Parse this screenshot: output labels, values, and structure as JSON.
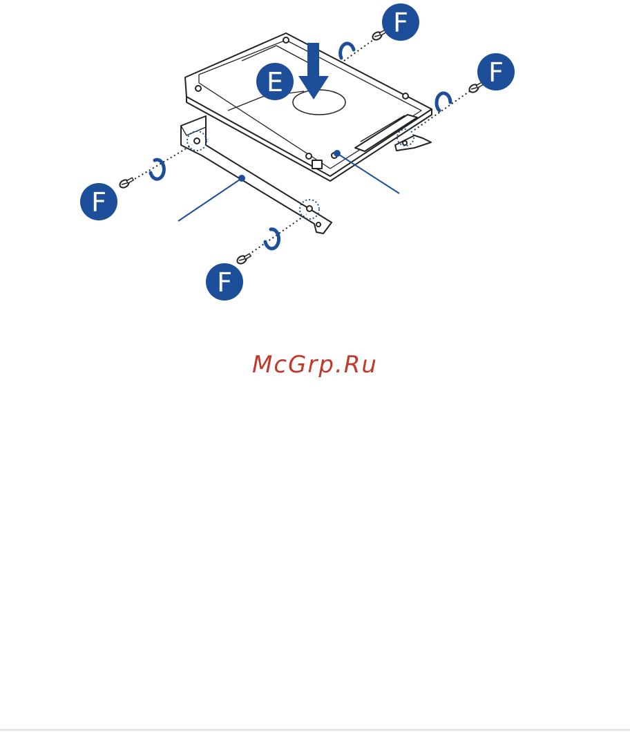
{
  "diagram": {
    "step_insert": "E",
    "step_screws": [
      "F",
      "F",
      "F",
      "F"
    ]
  },
  "watermark": "McGrp.Ru",
  "colors": {
    "accent": "#1d4e9a",
    "line": "#222222",
    "watermark": "#c0392b"
  }
}
